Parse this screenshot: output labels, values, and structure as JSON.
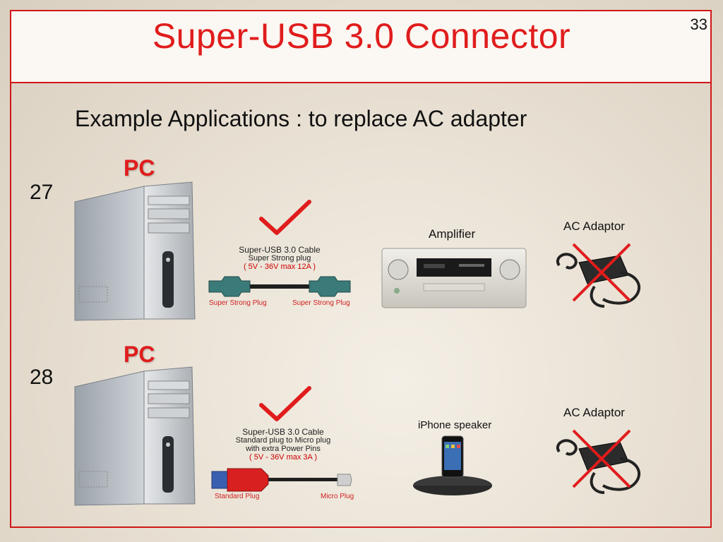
{
  "slide": {
    "title": "Super-USB 3.0 Connector",
    "page_number": "33",
    "subtitle": "Example Applications : to replace AC adapter"
  },
  "rows": [
    {
      "number": "27",
      "pc_label": "PC",
      "cable_title": "Super-USB 3.0 Cable",
      "cable_line2": "Super Strong plug",
      "cable_spec": "( 5V - 36V  max 12A )",
      "plug_left": "Super Strong Plug",
      "plug_right": "Super Strong Plug",
      "device_label": "Amplifier",
      "adaptor_label": "AC Adaptor"
    },
    {
      "number": "28",
      "pc_label": "PC",
      "cable_title": "Super-USB 3.0 Cable",
      "cable_line2": "Standard plug to Micro plug",
      "cable_line3": "with extra Power Pins",
      "cable_spec": "( 5V - 36V  max 3A )",
      "plug_left": "Standard Plug",
      "plug_right": "Micro Plug",
      "device_label": "iPhone speaker",
      "adaptor_label": "AC Adaptor"
    }
  ],
  "colors": {
    "accent": "#e01c1c",
    "border": "#d01818",
    "plug_teal": "#3a7a78",
    "plug_red": "#d82020"
  },
  "icons": [
    "tower-pc-icon",
    "checkmark-icon",
    "cable-icon",
    "amplifier-icon",
    "ac-adaptor-icon",
    "cross-icon",
    "iphone-dock-icon"
  ]
}
